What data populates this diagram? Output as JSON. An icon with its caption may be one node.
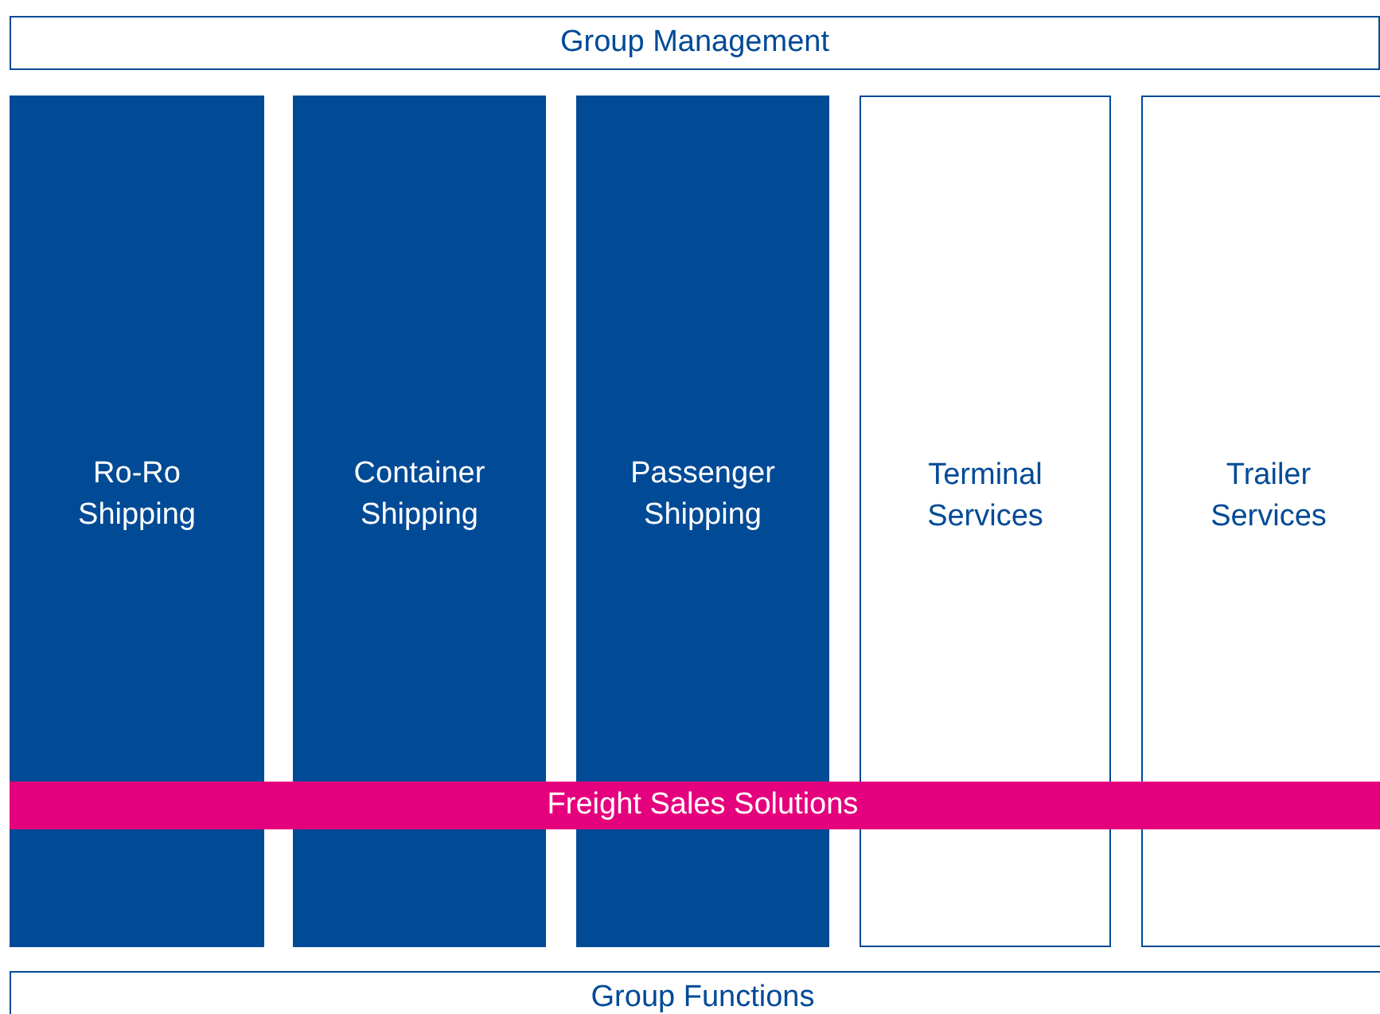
{
  "diagram": {
    "nodes": [
      {
        "text": [
          "Group Management"
        ]
      },
      {
        "text": [
          "Ro-Ro Shipping"
        ]
      },
      {
        "text": [
          "Container Shipping"
        ]
      },
      {
        "text": [
          "Passenger Shipping"
        ]
      },
      {
        "text": [
          "Terminal Services"
        ]
      },
      {
        "text": [
          "Trailer Services"
        ]
      },
      {
        "text": [
          "Freight Sales Solutions"
        ]
      },
      {
        "text": [
          "Group Functions"
        ]
      }
    ]
  }
}
